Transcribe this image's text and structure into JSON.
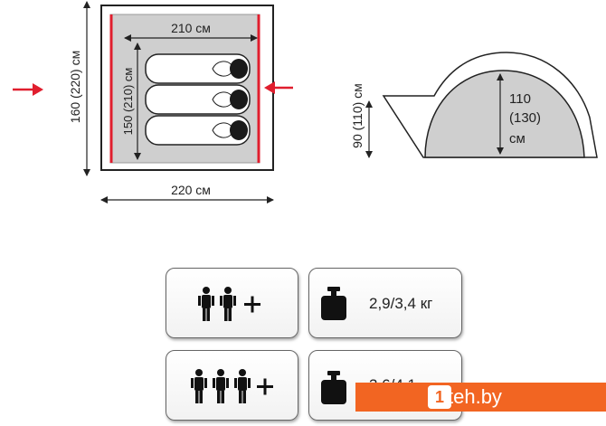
{
  "floor_plan": {
    "inner_width_label": "210 см",
    "outer_width_label": "220 см",
    "outer_length_label": "160 (220) см",
    "inner_length_label": "150 (210) см"
  },
  "profile": {
    "vestibule_height_label": "90 (110) см",
    "inner_height_lines": [
      "110",
      "(130)",
      "см"
    ]
  },
  "specs": [
    {
      "icon": "people-two-plus-icon",
      "weight": "2,9/3,4 кг"
    },
    {
      "icon": "people-three-plus-icon",
      "weight": "3,6/4,1"
    }
  ],
  "watermark": {
    "site": "teh.by",
    "logo_char": "1"
  },
  "colors": {
    "accent_red": "#e01e2e",
    "tent_fill": "#cfcfcf",
    "brand_orange": "#f26522"
  }
}
